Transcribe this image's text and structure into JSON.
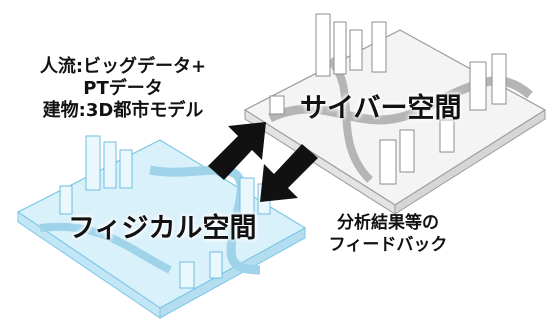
{
  "colors": {
    "physical_fill": "#d9f1fb",
    "physical_stroke": "#7cc6e6",
    "cyber_fill": "#f4f4f4",
    "cyber_stroke": "#9a9a9a",
    "arrow": "#111111"
  },
  "cyber_space": {
    "title": "サイバー空間"
  },
  "physical_space": {
    "title": "フィジカル空間"
  },
  "input_label": {
    "line1": "人流:ビッグデータ+",
    "line2": "PTデータ",
    "line3": "建物:3D都市モデル"
  },
  "feedback_label": {
    "line1": "分析結果等の",
    "line2": "フィードバック"
  },
  "arrows": {
    "up_icon": "arrow-up-right-icon",
    "down_icon": "arrow-down-left-icon"
  }
}
